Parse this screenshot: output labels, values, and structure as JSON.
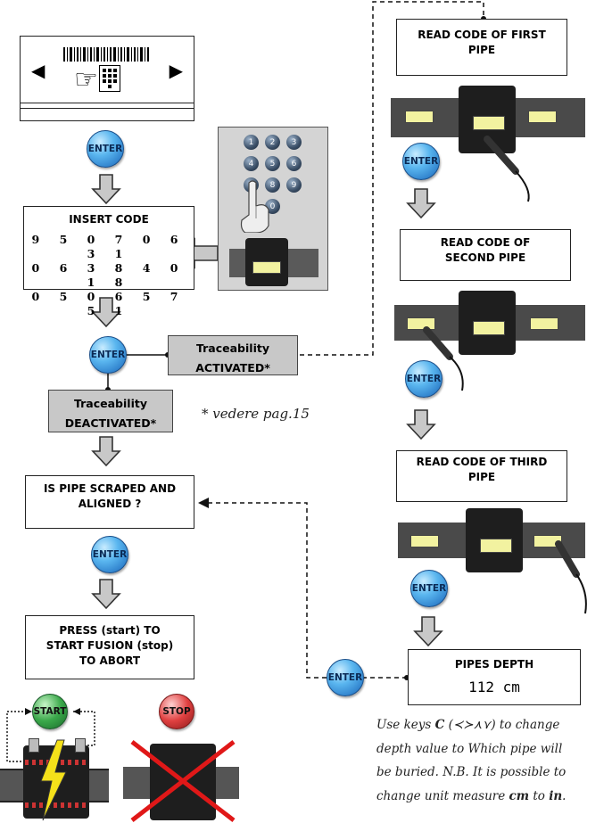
{
  "display": {
    "left_arrow": "◀",
    "right_arrow": "▶",
    "hand_icon": "☞"
  },
  "enter_label": "ENTER",
  "insert_code": {
    "title": "INSERT CODE",
    "rows": [
      "9 5 0 7 0 6 3 1",
      "0 6 3 8 4 0 1 8",
      "0 5 0 6 5 7 5 1"
    ]
  },
  "keypad": {
    "keys": [
      "1",
      "2",
      "3",
      "4",
      "5",
      "6",
      "7",
      "8",
      "9",
      "0"
    ]
  },
  "traceability_activated": {
    "line1": "Traceability",
    "line2": "ACTIVATED*"
  },
  "traceability_deactivated": {
    "line1": "Traceability",
    "line2": "DEACTIVATED*"
  },
  "page_note": "* vedere pag.15",
  "scraped": {
    "line1": "IS PIPE SCRAPED AND",
    "line2": "ALIGNED ?"
  },
  "press_start": {
    "line1": "PRESS (start) TO",
    "line2": "START FUSION (stop)",
    "line3": "TO ABORT"
  },
  "start_label": "START",
  "stop_label": "STOP",
  "read_first": {
    "line1": "READ CODE OF FIRST",
    "line2": "PIPE"
  },
  "read_second": {
    "line1": "READ CODE OF",
    "line2": "SECOND PIPE"
  },
  "read_third": {
    "line1": "READ CODE OF THIRD",
    "line2": "PIPE"
  },
  "pipes_depth": {
    "title": "PIPES DEPTH",
    "value": "112 cm"
  },
  "instructions": {
    "line1_a": "Use keys ",
    "key_c": "C",
    "line1_b": " (≺≻⋏⋎) to change",
    "line2": "depth value to Which pipe will",
    "line3": "be buried. N.B. It is possible to",
    "line4_a": "change unit measure ",
    "unit_cm": "cm",
    "line4_b": " to ",
    "unit_in": "in",
    "line4_c": "."
  },
  "colors": {
    "enter_blue": "#4aa3e6",
    "start_green": "#3aa84a",
    "stop_red": "#e04040",
    "panel_gray": "#c8c8c8",
    "bolt_yellow": "#f5e11a"
  }
}
